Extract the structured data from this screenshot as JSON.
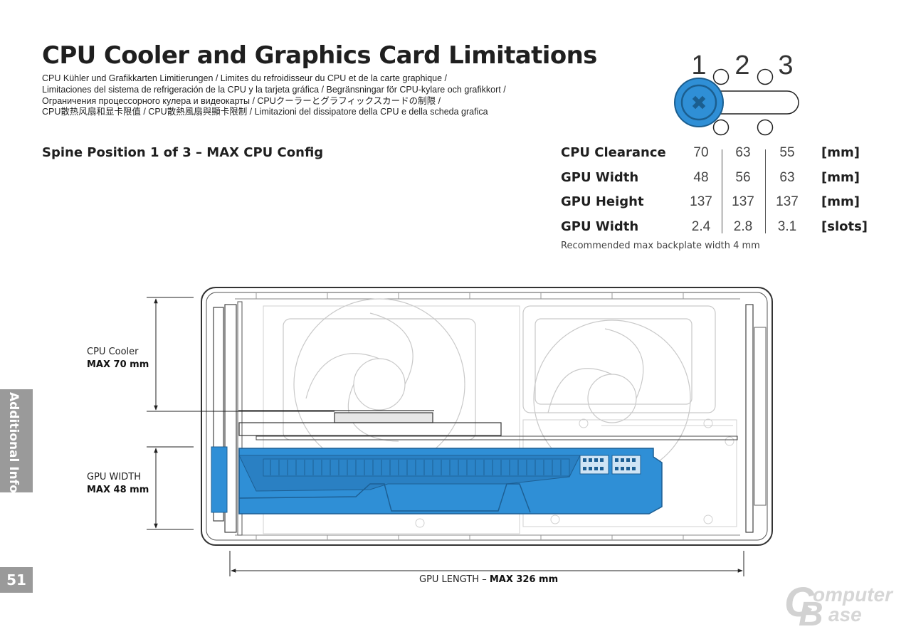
{
  "page": {
    "title": "CPU Cooler and Graphics Card Limitations",
    "subtitle_lines": [
      "CPU Kühler und Grafikkarten Limitierungen / Limites du refroidisseur du CPU et de la carte graphique /",
      "Limitaciones del sistema de refrigeración de la CPU y la tarjeta gráfica / Begränsningar för CPU-kylare och grafikkort /",
      "Ограничения процессорного кулера и видеокарты / CPUクーラーとグラフィックスカードの制限 /",
      "CPU散热风扇和显卡限值 / CPU散熱風扇與顯卡限制 / Limitazioni del dissipatore della CPU e della scheda grafica"
    ],
    "section_title": "Spine Position 1 of 3 – MAX CPU Config",
    "side_tab": "Additional Info",
    "page_number": "51",
    "watermark": {
      "line1": "omputer",
      "line2": "ase"
    }
  },
  "position_selector": {
    "labels": [
      "1",
      "2",
      "3"
    ],
    "selected": 1,
    "colors": {
      "selected": "#2f8fd6",
      "selected_dark": "#1b5e8f",
      "outline": "#222222"
    }
  },
  "spec_table": {
    "rows": [
      {
        "label": "CPU Clearance",
        "values": [
          "70",
          "63",
          "55"
        ],
        "unit": "[mm]"
      },
      {
        "label": "GPU Width",
        "values": [
          "48",
          "56",
          "63"
        ],
        "unit": "[mm]"
      },
      {
        "label": "GPU Height",
        "values": [
          "137",
          "137",
          "137"
        ],
        "unit": "[mm]"
      },
      {
        "label": "GPU Width",
        "values": [
          "2.4",
          "2.8",
          "3.1"
        ],
        "unit": "[slots]"
      }
    ],
    "note": "Recommended max backplate width 4 mm"
  },
  "diagram": {
    "cpu_cooler": {
      "label": "CPU Cooler",
      "value": "MAX 70 mm"
    },
    "gpu_width": {
      "label": "GPU WIDTH",
      "value": "MAX 48 mm"
    },
    "gpu_length": {
      "label": "GPU LENGTH – ",
      "value": "MAX 326 mm"
    },
    "colors": {
      "gpu": "#2f8fd6",
      "gpu_dark": "#1d5f94",
      "line": "#333333",
      "faint": "#c8c8c8"
    }
  }
}
